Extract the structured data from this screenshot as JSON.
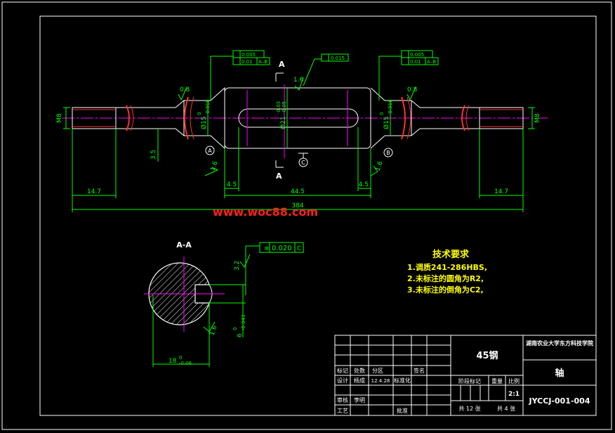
{
  "watermark": "www.woc88.com",
  "section_marks": {
    "cut": "A",
    "section_title": "A-A"
  },
  "datum_labels": [
    "A",
    "B",
    "C"
  ],
  "dimensions": {
    "thread_left": "M8",
    "thread_right": "M8",
    "journal_left": "Ø15",
    "journal_left_tol_upper": "0",
    "journal_left_tol_lower": "-0.018",
    "center": "Ø21",
    "center_tol_upper": "-0.03",
    "center_tol_lower": "-0.05",
    "journal_right": "Ø15",
    "journal_right_tol_upper": "0",
    "journal_right_tol_lower": "-0.018",
    "step": "3.5",
    "len_left": "14.7",
    "len_right": "14.7",
    "len_center": "44.5",
    "len_gap_left": "4.5",
    "len_gap_right": "4.5",
    "len_total": "384",
    "key_depth": "18",
    "key_depth_tol_upper": "0",
    "key_depth_tol_lower": "-0.06",
    "key_width": "6",
    "key_width_tol_upper": "0",
    "key_width_tol_lower": "-0.043"
  },
  "roughness": {
    "r1": "0.8",
    "r2": "1.6",
    "r3": "1.6",
    "r4": "0.8",
    "r5": "1.6",
    "r6": "3.2",
    "r7": "1.6"
  },
  "tolerance_frames": {
    "left": {
      "row1": "0.005",
      "row2": "0.01",
      "row2_datum": "A–B"
    },
    "middle": {
      "row1": "0.015"
    },
    "right": {
      "row1": "0.005",
      "row2": "0.01",
      "row2_datum": "A–B"
    },
    "section": {
      "value": "0.020",
      "datum": "C"
    }
  },
  "tech_requirements": {
    "title": "技术要求",
    "items": [
      "1.调质241-286HBS,",
      "2.未标注的圆角为R2,",
      "3.未标注的倒角为C2,"
    ]
  },
  "title_block": {
    "material": "45钢",
    "school": "湖南农业大学东方科技学院",
    "part_name": "轴",
    "drawing_no": "JYCCJ-001-004",
    "scale_label": "比例",
    "scale": "2:1",
    "weight_label": "重量",
    "stage_label": "阶段标记",
    "total_sheets": "共 12 张",
    "sheet_no": "共 4 张",
    "row_labels": [
      "标记",
      "处数",
      "分区",
      "签名"
    ],
    "design_label": "设计",
    "design_name": "杨成",
    "design_date": "12.4.28",
    "standardization_label": "标准化",
    "review_label": "审核",
    "review_name": "李明",
    "process_label": "工艺",
    "approve_label": "批准"
  }
}
